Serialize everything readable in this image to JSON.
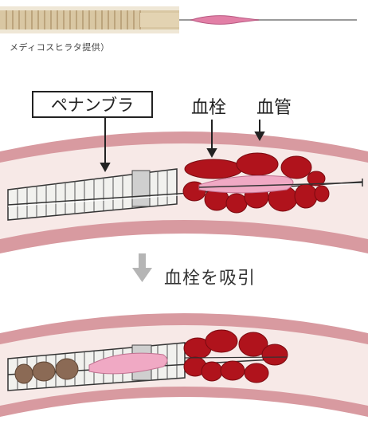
{
  "credit": "メディコスヒラタ提供）",
  "labels": {
    "device": "ペナンブラ",
    "clot": "血栓",
    "vessel": "血管"
  },
  "step_caption": "血栓を吸引",
  "colors": {
    "vessel_wall": "#d89aa0",
    "vessel_lumen": "#f7e9e7",
    "clot": "#b0131c",
    "clot_edge": "#7a0a10",
    "balloon": "#f0a9c4",
    "aspirated_clot": "#8b6a55",
    "arrow": "#b5b5b5"
  }
}
